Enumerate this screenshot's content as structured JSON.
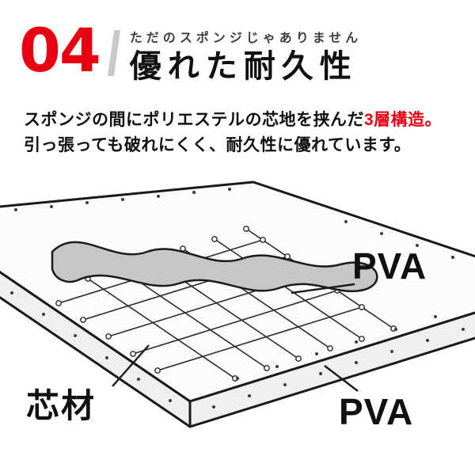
{
  "section": {
    "number": "04",
    "subtitle": "ただのスポンジじゃありません",
    "title": "優れた耐久性"
  },
  "description": {
    "line1_prefix": "スポンジの間にポリエステルの芯地を挟んだ",
    "line1_highlight": "3層構造。",
    "line2": "引っ張っても破れにくく、耐久性に優れています。"
  },
  "diagram": {
    "label_top_layer": "PVA",
    "label_core": "芯材",
    "label_bottom_layer": "PVA"
  },
  "colors": {
    "accent_red": "#e60012",
    "heading_black": "#111111",
    "subtitle_gray": "#3f3f3f",
    "divider_gray": "#c9c9c9",
    "peeled_layer_gray": "#c6c6c6",
    "sheet_face_white": "#fbfbfb",
    "sheet_side_gray": "#efefef"
  }
}
